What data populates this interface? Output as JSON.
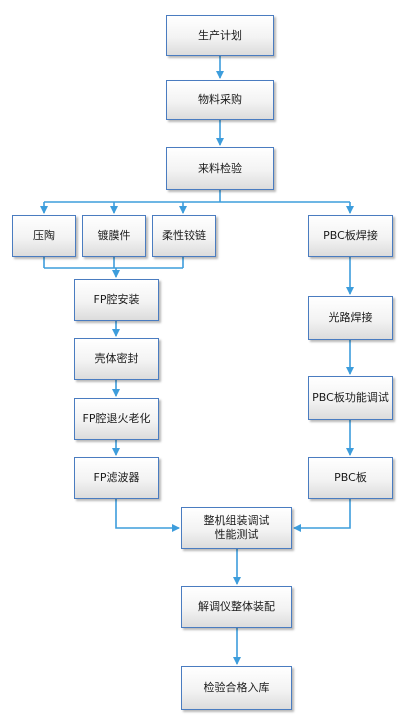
{
  "diagram": {
    "line_color": "#3d9ddc",
    "border_color": "#4a7cc0",
    "nodes": {
      "plan": "生产计划",
      "purchase": "物料采购",
      "inspect": "来料检验",
      "ceramic": "压陶",
      "coating": "镀膜件",
      "hinge": "柔性铰链",
      "pcb_weld": "PBC板焊接",
      "fp_assembly": "FP腔安装",
      "shell_seal": "壳体密封",
      "fp_anneal": "FP腔退火老化",
      "fp_filter": "FP滤波器",
      "optical_weld": "光路焊接",
      "pcb_test": "PBC板功能调试",
      "pcb": "PBC板",
      "assembly_test_line1": "整机组装调试",
      "assembly_test_line2": "性能测试",
      "demod_assembly": "解调仪整体装配",
      "final_inspect": "检验合格入库"
    }
  }
}
